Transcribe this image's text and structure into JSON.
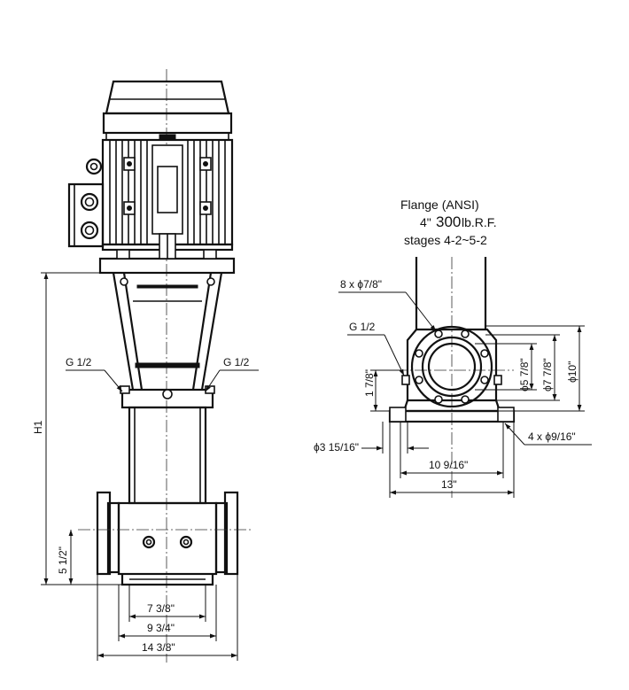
{
  "flange_title": {
    "line1": "Flange (ANSI)",
    "line2_prefix": "4\"",
    "line2_value": "300",
    "line2_suffix": "lb.R.F.",
    "line3": "stages 4-2~5-2"
  },
  "left_view": {
    "port_left": "G 1/2",
    "port_right": "G 1/2",
    "h1": "H1",
    "dim_vertical": "5 1/2\"",
    "dim_width_1": "7 3/8\"",
    "dim_width_2": "9 3/4\"",
    "dim_width_3": "14 3/8\""
  },
  "right_view": {
    "bolt_holes": "8 x ϕ7/8\"",
    "port": "G 1/2",
    "dim_height": "1 7/8\"",
    "dim_dia_1": "ϕ5 7/8\"",
    "dim_dia_2": "ϕ7 7/8\"",
    "dim_dia_3": "ϕ10\"",
    "dim_base_left": "ϕ3 15/16\"",
    "dim_mount_holes": "4 x ϕ9/16\"",
    "dim_width_1": "10 9/16\"",
    "dim_width_2": "13\""
  },
  "colors": {
    "line": "#111111",
    "background": "#ffffff"
  }
}
